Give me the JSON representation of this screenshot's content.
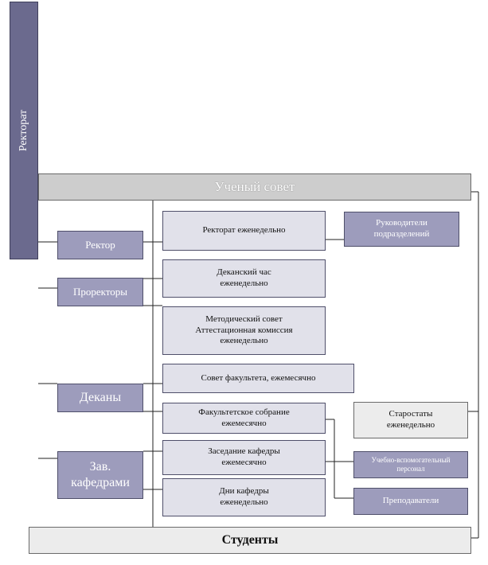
{
  "nodes": {
    "rectorate_side": "Ректорат",
    "academic_council": "Ученый совет",
    "rector": "Ректор",
    "vice_rectors": "Проректоры",
    "deans": "Деканы",
    "heads_of_departments": "Зав. кафедрами",
    "students": "Студенты",
    "rectorate_weekly": "Ректорат еженедельно",
    "unit_heads": "Руководители подразделений",
    "dean_hour": "Деканский час еженедельно",
    "methodical_council": "Методический совет Аттестационная комиссия еженедельно",
    "faculty_council": "Совет факультета, ежемесячно",
    "faculty_meeting": "Факультетское собрание ежемесячно",
    "department_meeting": "Заседание кафедры ежемесячно",
    "department_days": "Дни кафедры еженедельно",
    "group_leaders": "Старостаты еженедельно",
    "support_staff": "Учебно-вспомогательный персонал",
    "teachers": "Преподаватели"
  },
  "colors": {
    "dark_purple": "#6b6a8e",
    "purple": "#9d9cbc",
    "light_lavender": "#e1e1ea",
    "grey": "#cdcdcd",
    "pale_grey": "#ececec"
  }
}
